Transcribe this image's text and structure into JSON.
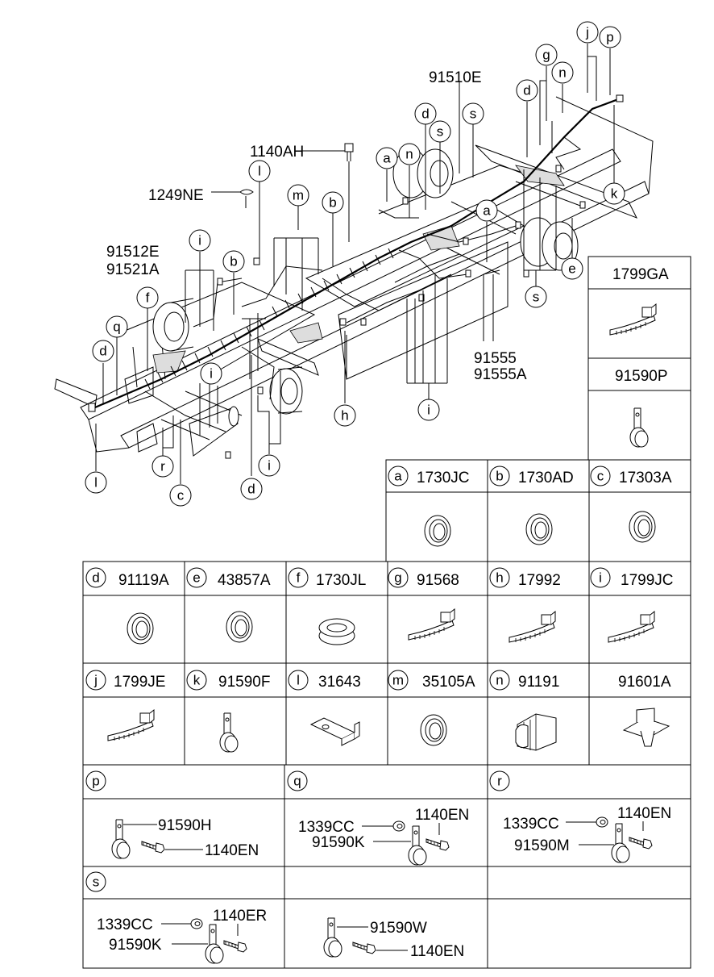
{
  "diagram": {
    "callouts": {
      "p91510e": "91510E",
      "p1140ah": "1140AH",
      "p1249ne": "1249NE",
      "p91512e": "91512E",
      "p91521a": "91521A",
      "p91555": "91555",
      "p91555a": "91555A"
    },
    "letters": {
      "l_j": "j",
      "l_p": "p",
      "l_g": "g",
      "l_n1": "n",
      "l_d1": "d",
      "l_s1": "s",
      "l_d2": "d",
      "l_s2": "s",
      "l_a1": "a",
      "l_n2": "n",
      "l_l1": "l",
      "l_m": "m",
      "l_b1": "b",
      "l_a2": "a",
      "l_k": "k",
      "l_e": "e",
      "l_s3": "s",
      "l_i1": "i",
      "l_b2": "b",
      "l_f": "f",
      "l_q": "q",
      "l_d3": "d",
      "l_i2": "i",
      "l_h": "h",
      "l_i3": "i",
      "l_i4": "i",
      "l_l2": "l",
      "l_r": "r",
      "l_c": "c",
      "l_d4": "d"
    }
  },
  "parts_table": {
    "side": [
      {
        "code": "1799GA"
      },
      {
        "code": "91590P"
      }
    ],
    "row1": [
      {
        "letter": "a",
        "code": "1730JC"
      },
      {
        "letter": "b",
        "code": "1730AD"
      },
      {
        "letter": "c",
        "code": "17303A"
      }
    ],
    "row2": [
      {
        "letter": "d",
        "code": "91119A"
      },
      {
        "letter": "e",
        "code": "43857A"
      },
      {
        "letter": "f",
        "code": "1730JL"
      },
      {
        "letter": "g",
        "code": "91568"
      },
      {
        "letter": "h",
        "code": "17992"
      },
      {
        "letter": "i",
        "code": "1799JC"
      }
    ],
    "row3": [
      {
        "letter": "j",
        "code": "1799JE"
      },
      {
        "letter": "k",
        "code": "91590F"
      },
      {
        "letter": "l",
        "code": "31643"
      },
      {
        "letter": "m",
        "code": "35105A"
      },
      {
        "letter": "n",
        "code": "91191"
      },
      {
        "letter": "",
        "code": "91601A"
      }
    ],
    "row4": [
      {
        "letter": "p",
        "parts": [
          "91590H",
          "1140EN"
        ]
      },
      {
        "letter": "q",
        "parts": [
          "1339CC",
          "1140EN",
          "91590K"
        ]
      },
      {
        "letter": "r",
        "parts": [
          "1339CC",
          "1140EN",
          "91590M"
        ]
      }
    ],
    "row5": [
      {
        "letter": "s",
        "parts": [
          "1339CC",
          "1140ER",
          "91590K"
        ]
      },
      {
        "letter": "",
        "parts": [
          "91590W",
          "1140EN"
        ]
      }
    ]
  }
}
